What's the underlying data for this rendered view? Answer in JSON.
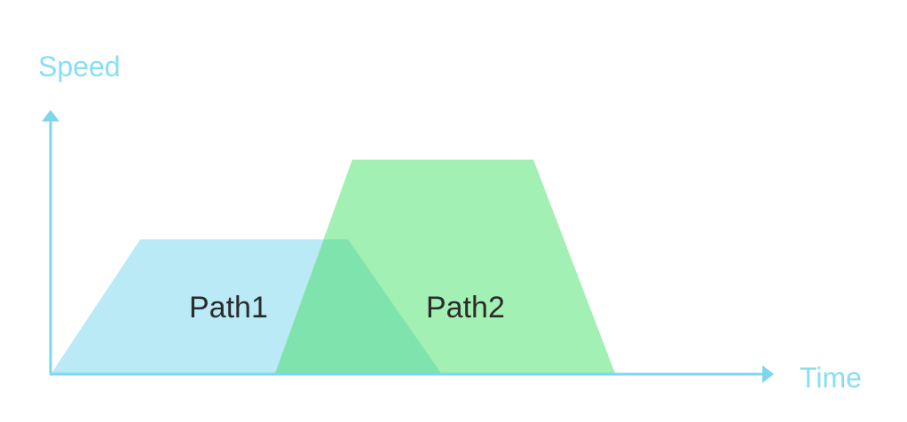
{
  "diagram": {
    "y_axis_label": "Speed",
    "x_axis_label": "Time",
    "paths": [
      {
        "label": "Path1",
        "color": "#b9eaf6"
      },
      {
        "label": "Path2",
        "color": "#8beb9f"
      }
    ],
    "overlap_color": "#7ddfaa",
    "axis_color": "#7dd6ee"
  }
}
